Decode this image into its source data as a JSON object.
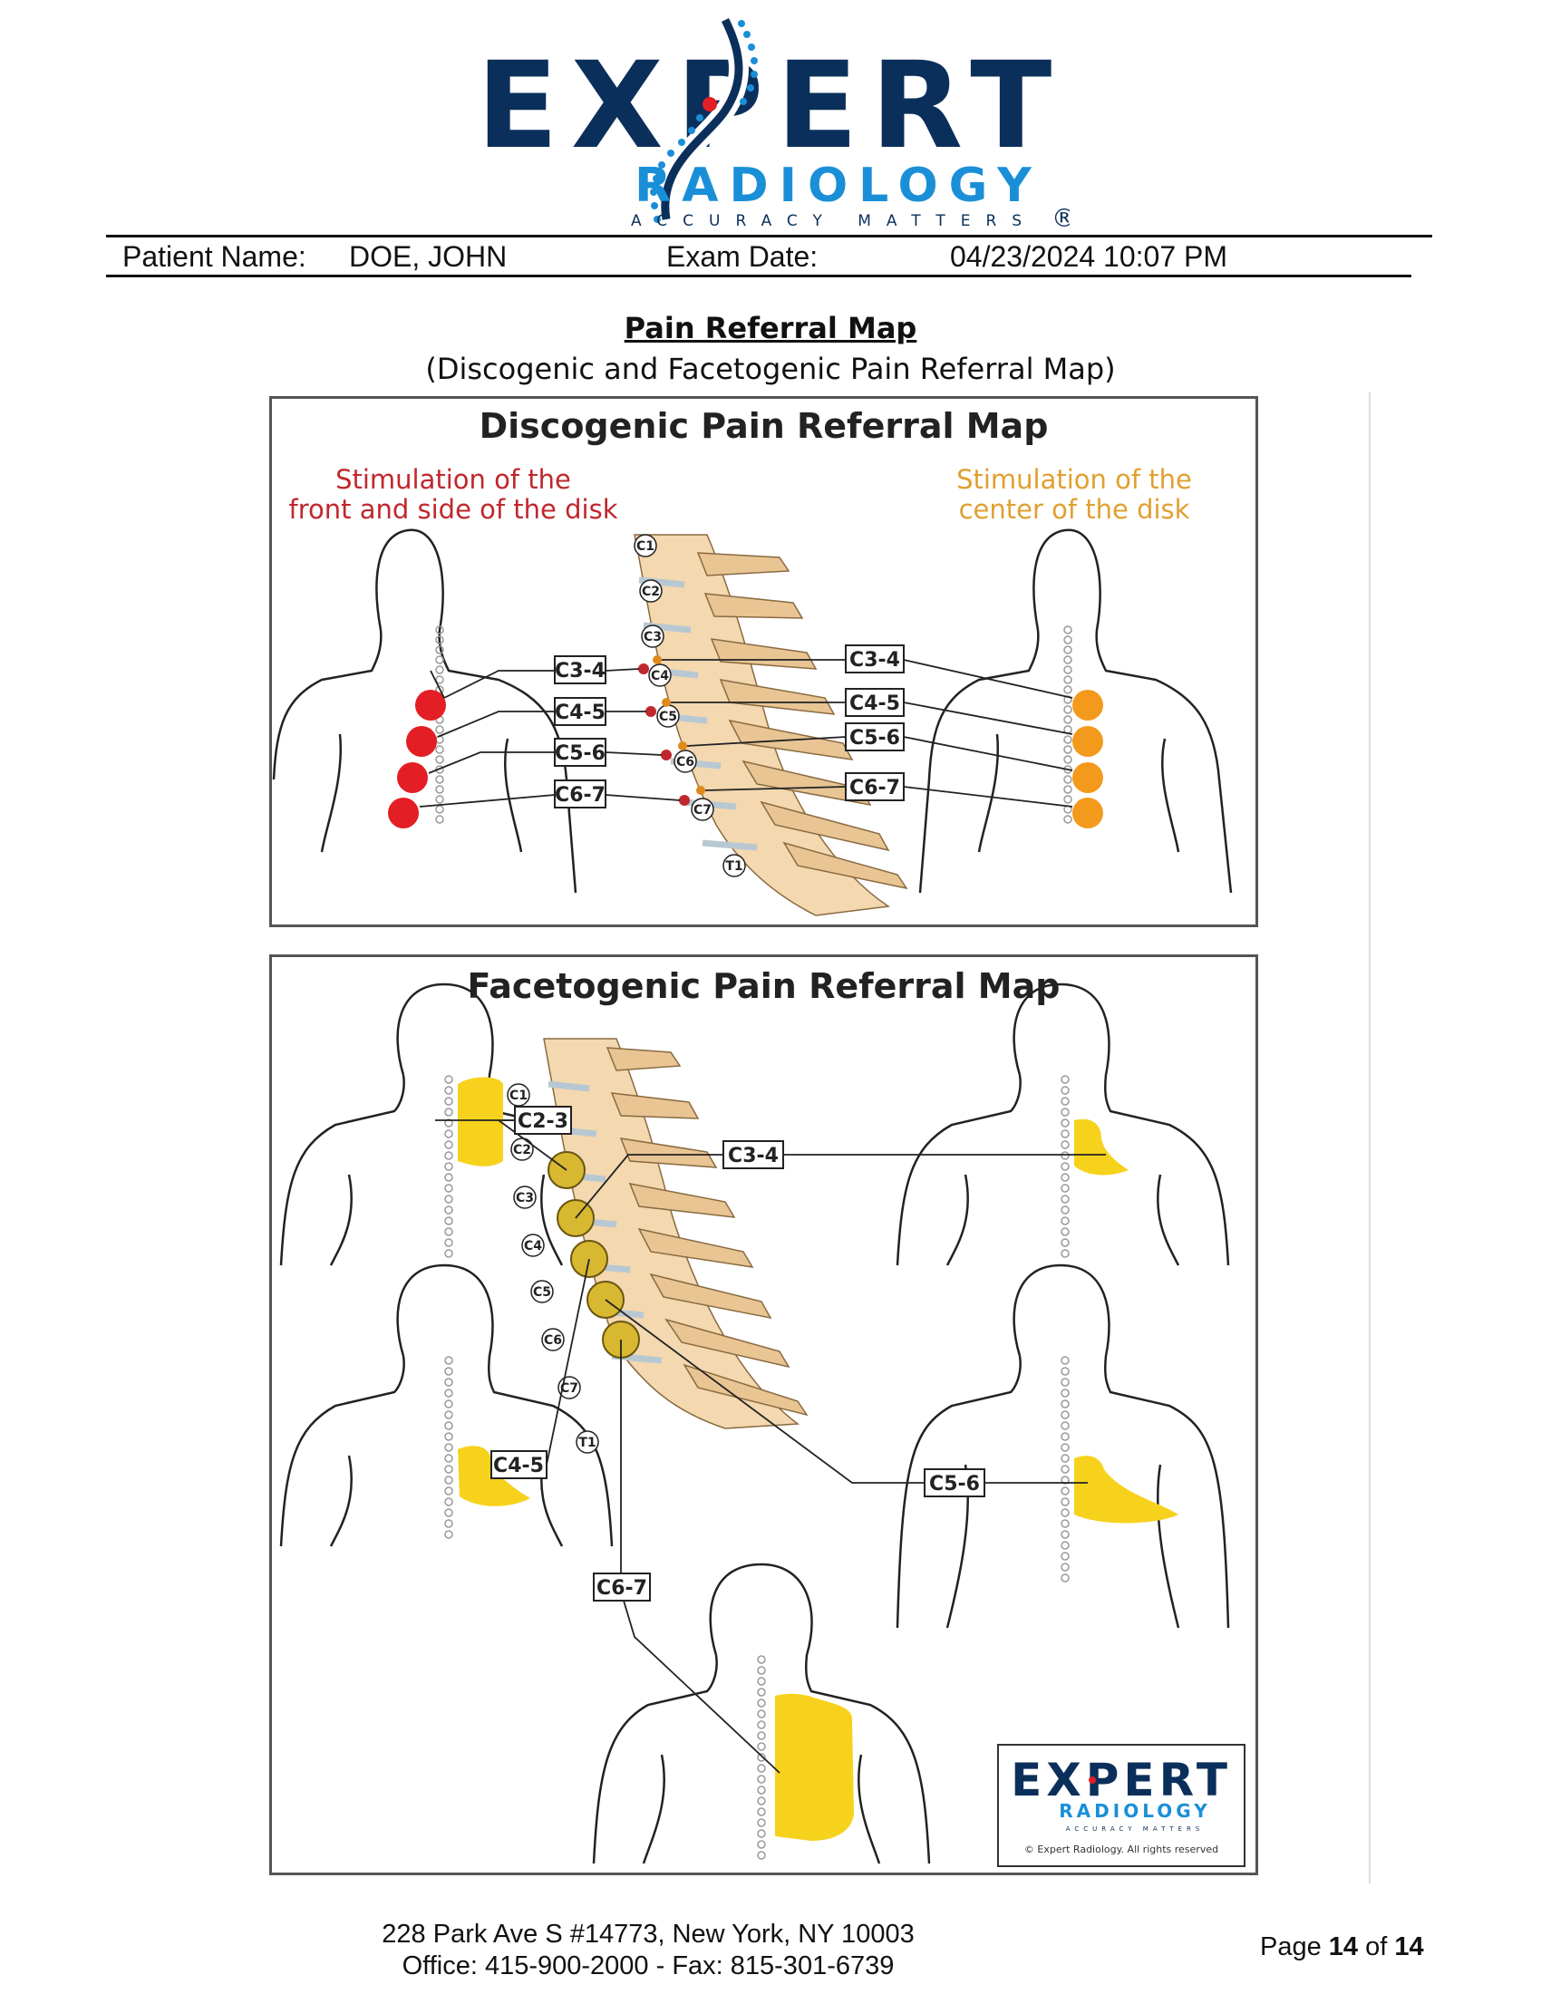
{
  "logo": {
    "word": "EXPERT",
    "sub": "RADIOLOGY",
    "tagline": "ACCURACY MATTERS",
    "registered": "®"
  },
  "header": {
    "patient_label": "Patient Name:",
    "patient_value": "DOE, JOHN",
    "exam_label": "Exam Date:",
    "exam_value": "04/23/2024 10:07 PM"
  },
  "title": "Pain Referral Map",
  "subtitle": "(Discogenic and Facetogenic Pain Referral Map)",
  "discogenic": {
    "title": "Discogenic Pain Referral Map",
    "left_caption_1": "Stimulation of the",
    "left_caption_2": "front and side of the disk",
    "right_caption_1": "Stimulation of the",
    "right_caption_2": "center of the disk",
    "levels": [
      "C3-4",
      "C4-5",
      "C5-6",
      "C6-7"
    ],
    "vertebrae": [
      "C1",
      "C2",
      "C3",
      "C4",
      "C5",
      "C6",
      "C7",
      "T1"
    ],
    "left_color": "#e31e24",
    "right_color": "#f39a1c"
  },
  "facetogenic": {
    "title": "Facetogenic Pain Referral Map",
    "levels": [
      "C2-3",
      "C3-4",
      "C4-5",
      "C5-6",
      "C6-7"
    ],
    "vertebrae": [
      "C1",
      "C2",
      "C3",
      "C4",
      "C5",
      "C6",
      "C7",
      "T1"
    ],
    "area_color": "#f7d21c",
    "inset_logo_word": "EXPERT",
    "inset_logo_sub": "RADIOLOGY",
    "inset_logo_tagline": "ACCURACY MATTERS",
    "copyright": "© Expert Radiology. All rights reserved"
  },
  "footer": {
    "address": "228 Park Ave S #14773, New York, NY 10003",
    "contact": "Office: 415-900-2000 - Fax: 815-301-6739",
    "page_word": "Page",
    "page_num": "14",
    "page_of": "of",
    "page_total": "14"
  },
  "colors": {
    "brand_navy": "#0b2f5b",
    "brand_blue": "#1a8fd8",
    "brand_red": "#e31e24"
  }
}
